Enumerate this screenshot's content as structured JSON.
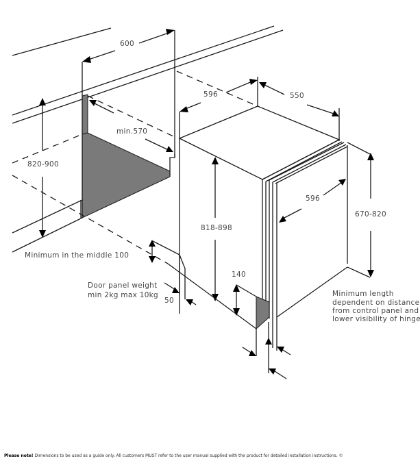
{
  "diagram": {
    "title": "Integrated dishwasher installation dimensions",
    "labels": {
      "width_600": "600",
      "cavity_depth": "min.570",
      "counter_height": "820-900",
      "appliance_width": "596",
      "appliance_depth": "550",
      "appliance_height": "818-898",
      "door_width": "596",
      "door_height": "670-820",
      "plinth_middle": "Minimum in the middle 100",
      "door_weight_line1": "Door panel weight",
      "door_weight_line2": "min 2kg max 10kg",
      "gap_50": "50",
      "plinth_140": "140",
      "min_length_line1": "Minimum length",
      "min_length_line2": "dependent on distance",
      "min_length_line3": "from control panel and",
      "min_length_line4": "lower visibility of hinges"
    },
    "colors": {
      "line": "#1a1a1a",
      "shade": "#7a7a7a",
      "text": "#444444"
    }
  },
  "footer": {
    "emphasis": "Please note!",
    "text": "Dimensions to be used as a guide only. All customers MUST refer to the user manual supplied with the product for detailed installation instructions. ©"
  }
}
